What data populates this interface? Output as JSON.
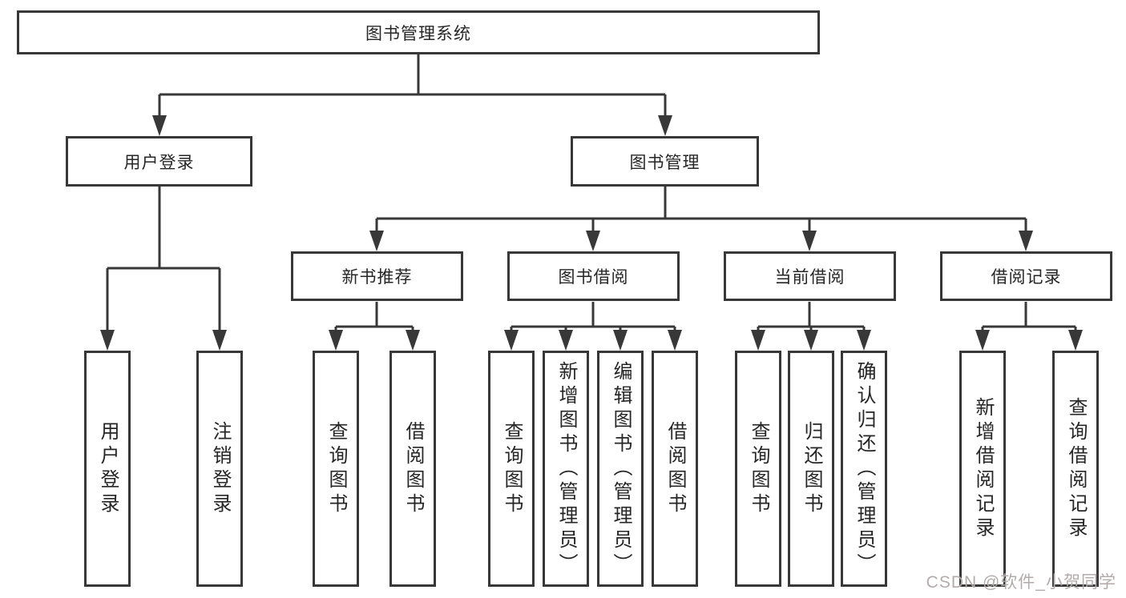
{
  "title": "图书管理系统",
  "branches": {
    "left": {
      "label": "用户登录",
      "children": [
        "用户登录",
        "注销登录"
      ]
    },
    "right": {
      "label": "图书管理",
      "groups": [
        {
          "label": "新书推荐",
          "children": [
            "查询图书",
            "借阅图书"
          ]
        },
        {
          "label": "图书借阅",
          "children": [
            "查询图书",
            "新增图书（管理员）",
            "编辑图书（管理员）",
            "借阅图书"
          ]
        },
        {
          "label": "当前借阅",
          "children": [
            "查询图书",
            "归还图书",
            "确认归还（管理员）"
          ]
        },
        {
          "label": "借阅记录",
          "children": [
            "新增借阅记录",
            "查询借阅记录"
          ]
        }
      ]
    }
  },
  "watermark": "CSDN @软件_小贺同学",
  "colors": {
    "line": "#383838",
    "text": "#262626",
    "background": "#ffffff",
    "watermark": "#b3abab"
  }
}
